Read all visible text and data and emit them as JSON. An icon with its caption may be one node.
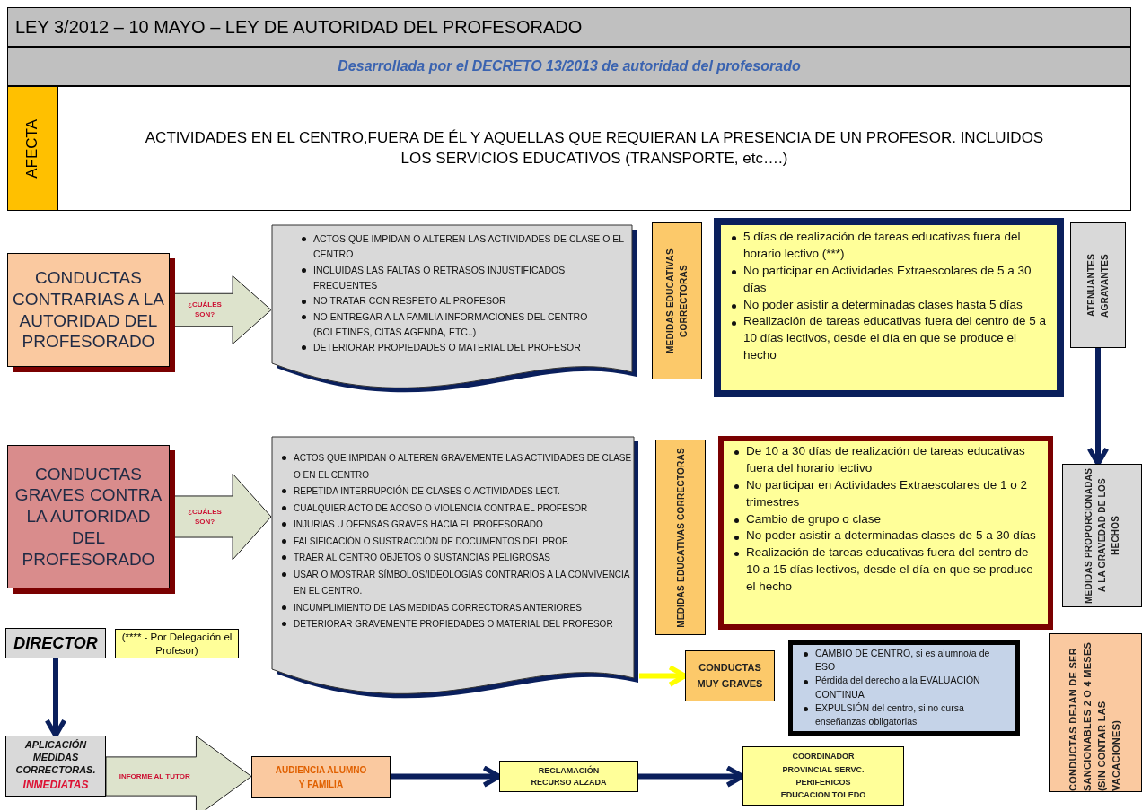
{
  "diagram": {
    "nodes": [
      {
        "text": [
          "LEY 3/2012 – 10 MAYO – LEY DE AUTORIDAD DEL PROFESORADO"
        ]
      },
      {
        "text": [
          "Desarrollada por el DECRETO 13/2013 de autoridad del profesorado"
        ]
      },
      {
        "text": [
          "AFECTA"
        ]
      },
      {
        "text": [
          "ACTIVIDADES EN EL CENTRO,FUERA DE ÉL Y AQUELLAS QUE REQUIERAN LA PRESENCIA DE UN PROFESOR. INCLUIDOS LOS SERVICIOS EDUCATIVOS (TRANSPORTE, etc….)"
        ]
      },
      {
        "text": [
          "CONDUCTAS CONTRARIAS A LA AUTORIDAD DEL PROFESORADO"
        ]
      },
      {
        "text": [
          "ACTOS QUE IMPIDAN O ALTEREN LAS ACTIVIDADES DE CLASE O EL CENTRO",
          "INCLUIDAS LAS FALTAS O RETRASOS INJUSTIFICADOS FRECUENTES",
          "NO TRATAR CON RESPETO AL PROFESOR",
          "NO ENTREGAR A LA FAMILIA INFORMACIONES DEL CENTRO (BOLETINES, CITAS AGENDA, ETC..)",
          "DETERIORAR PROPIEDADES O MATERIAL DEL PROFESOR"
        ]
      },
      {
        "text": [
          "MEDIDAS EDUCATIVAS CORRECTORAS"
        ]
      },
      {
        "text": [
          "5 días de realización de tareas educativas fuera del horario lectivo  (***)",
          "No participar en Actividades Extraescolares de 5 a 30 días",
          "No poder asistir a determinadas clases hasta 5 días",
          "Realización de tareas educativas fuera del centro de 5 a 10 días lectivos, desde el día en que se produce el hecho"
        ]
      },
      {
        "text": [
          "ATENUANTES AGRAVANTES"
        ]
      },
      {
        "text": [
          "MEDIDAS PROPORCIONADAS A LA GRAVEDAD DE LOS HECHOS"
        ]
      },
      {
        "text": [
          "CONDUCTAS GRAVES CONTRA LA AUTORIDAD DEL PROFESORADO"
        ]
      },
      {
        "text": [
          "ACTOS QUE IMPIDAN O ALTEREN GRAVEMENTE LAS ACTIVIDADES DE CLASE O EN EL CENTRO",
          "REPETIDA INTERRUPCIÓN  DE CLASES O ACTIVIDADES LECT.",
          "CUALQUIER ACTO DE ACOSO O VIOLENCIA CONTRA EL PROFESOR",
          "INJURIAS U OFENSAS GRAVES HACIA EL PROFESORADO",
          "FALSIFICACIÓN O SUSTRACCIÓN DE DOCUMENTOS DEL PROF.",
          "TRAER AL CENTRO OBJETOS O SUSTANCIAS PELIGROSAS",
          "USAR O MOSTRAR SÍMBOLOS/IDEOLOGÍAS CONTRARIOS A LA CONVIVENCIA EN EL CENTRO.",
          "INCUMPLIMIENTO DE LAS MEDIDAS CORRECTORAS ANTERIORES",
          "DETERIORAR GRAVEMENTE PROPIEDADES O MATERIAL DEL PROFESOR"
        ]
      },
      {
        "text": [
          "MEDIDAS EDUCATIVAS CORRECTORAS"
        ]
      },
      {
        "text": [
          "De 10 a 30 días de realización de tareas educativas fuera del horario lectivo",
          "No participar en Actividades Extraescolares de 1 o 2 trimestres",
          "Cambio de grupo o clase",
          "No poder asistir a determinadas clases de 5  a 30 días",
          "Realización de tareas educativas fuera del centro de 10 a 15 días lectivos, desde el día en que se produce el hecho"
        ]
      },
      {
        "text": [
          "DIRECTOR"
        ]
      },
      {
        "text": [
          "(**** - Por Delegación el Profesor)"
        ]
      },
      {
        "text": [
          "APLICACIÓN MEDIDAS CORRECTORAS.",
          "INMEDIATAS"
        ]
      },
      {
        "text": [
          "AUDIENCIA ALUMNO Y FAMILIA"
        ]
      },
      {
        "text": [
          "RECLAMACIÓN RECURSO ALZADA"
        ]
      },
      {
        "text": [
          "COORDINADOR PROVINCIAL SERVC. PERIFERICOS EDUCACION TOLEDO"
        ]
      },
      {
        "text": [
          "CONDUCTAS MUY GRAVES"
        ]
      },
      {
        "text": [
          "CAMBIO DE CENTRO, si es alumno/a de ESO",
          "Pérdida del derecho a la EVALUACIÓN CONTINUA",
          "EXPULSIÓN del centro, si no cursa enseñanzas obligatorias"
        ]
      },
      {
        "text": [
          "CONDUCTAS DEJAN DE SER SANCIONABLES 2 O 4 MESES (SIN CONTAR LAS VACACIONES)"
        ]
      }
    ],
    "edges": [
      {
        "from": 4,
        "to": 5,
        "arrow": "to",
        "label": "¿CUÁLES SON?",
        "style": "thick"
      },
      {
        "from": 8,
        "to": 9,
        "arrow": "to"
      },
      {
        "from": 10,
        "to": 11,
        "arrow": "to",
        "label": "¿CUÁLES SON?",
        "style": "thick"
      },
      {
        "from": 14,
        "to": 16,
        "arrow": "to"
      },
      {
        "from": 16,
        "to": 17,
        "arrow": "to",
        "label": "INFORME AL TUTOR",
        "style": "thick"
      },
      {
        "from": 17,
        "to": 18,
        "arrow": "to"
      },
      {
        "from": 18,
        "to": 19,
        "arrow": "to"
      },
      {
        "from": 11,
        "to": 20,
        "arrow": "to",
        "color": "#ffff00"
      }
    ]
  }
}
